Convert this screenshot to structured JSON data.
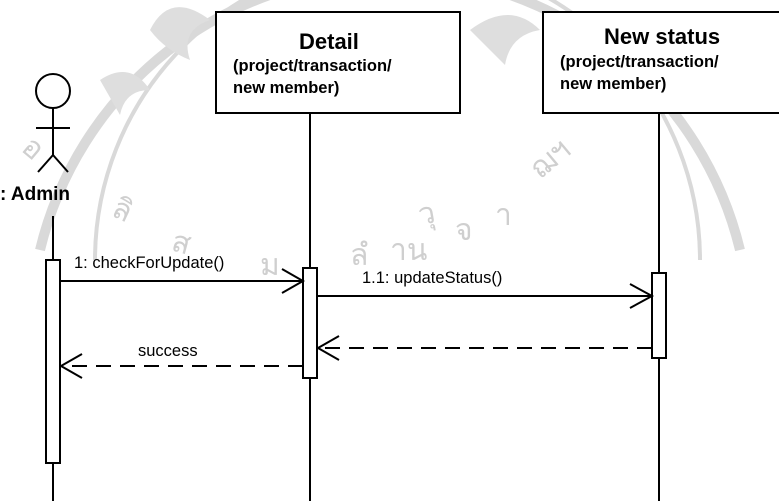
{
  "actor": {
    "label": ": Admin"
  },
  "lifelines": [
    {
      "title": "Detail",
      "subtitle_line1": "(project/transaction/",
      "subtitle_line2": "new member)"
    },
    {
      "title": "New status",
      "subtitle_line1": "(project/transaction/",
      "subtitle_line2": "new member)"
    }
  ],
  "messages": [
    {
      "label": "1: checkForUpdate()",
      "kind": "sync"
    },
    {
      "label": "1.1: updateStatus()",
      "kind": "sync"
    },
    {
      "label": "",
      "kind": "return"
    },
    {
      "label": "success",
      "kind": "return"
    }
  ],
  "colors": {
    "line": "#000000",
    "background": "#ffffff",
    "watermark": "#d6d6d6"
  },
  "watermark": {
    "kind": "university-seal"
  }
}
